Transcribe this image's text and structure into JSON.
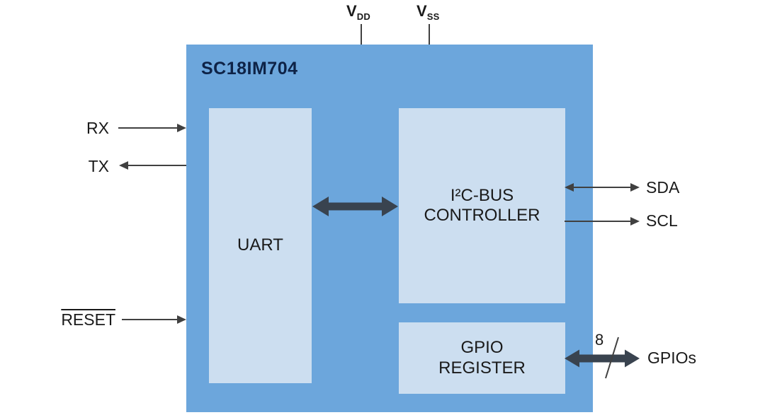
{
  "diagram": {
    "chip": {
      "title": "SC18IM704"
    },
    "blocks": {
      "uart": {
        "label": "UART"
      },
      "i2c": {
        "label_line1": "I²C-BUS",
        "label_line2": "CONTROLLER"
      },
      "gpio": {
        "label_line1": "GPIO",
        "label_line2": "REGISTER"
      }
    },
    "pins": {
      "vdd": {
        "base": "V",
        "sub": "DD"
      },
      "vss": {
        "base": "V",
        "sub": "SS"
      },
      "rx": {
        "label": "RX"
      },
      "tx": {
        "label": "TX"
      },
      "reset": {
        "label": "RESET"
      },
      "sda": {
        "label": "SDA"
      },
      "scl": {
        "label": "SCL"
      },
      "gpios": {
        "label": "GPIOs"
      },
      "bus_width": {
        "label": "8"
      }
    },
    "colors": {
      "chip_fill": "#6CA6DC",
      "block_fill": "#CCDEF0",
      "title_color": "#0E2347",
      "thick_arrow": "#39434F",
      "line_color": "#404040",
      "text_color": "#1A1A1A"
    }
  }
}
